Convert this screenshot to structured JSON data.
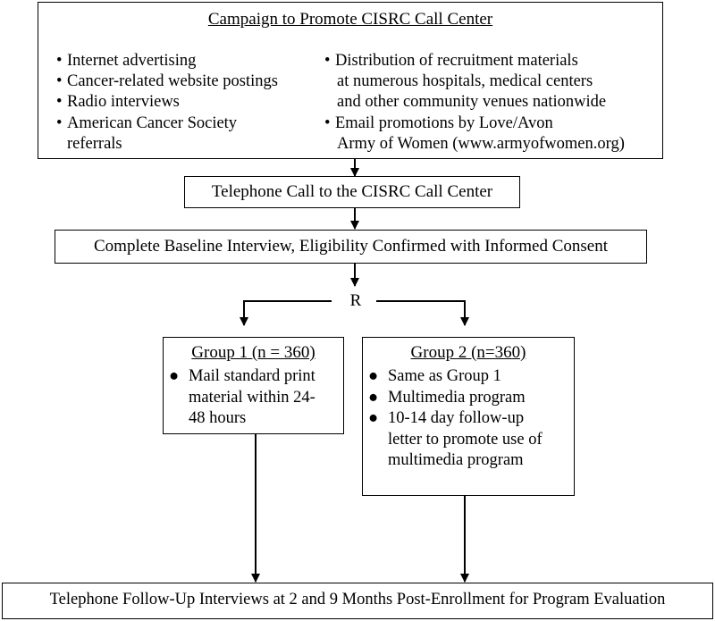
{
  "campaign": {
    "title": "Campaign to Promote CISRC Call Center",
    "left_items": [
      [
        "Internet advertising"
      ],
      [
        "Cancer-related website postings"
      ],
      [
        "Radio interviews"
      ],
      [
        "American Cancer Society",
        "referrals"
      ]
    ],
    "right_items": [
      [
        "Distribution of recruitment materials",
        "at numerous hospitals, medical centers",
        "and other community venues nationwide"
      ],
      [
        "Email promotions by Love/Avon",
        "Army of Women (www.armyofwomen.org)"
      ]
    ]
  },
  "call": {
    "label": "Telephone Call to the CISRC Call Center"
  },
  "baseline": {
    "label": "Complete Baseline Interview, Eligibility Confirmed with Informed Consent"
  },
  "randomize": {
    "label": "R"
  },
  "group1": {
    "title": "Group 1 (n = 360)",
    "items": [
      [
        "Mail standard print",
        "material within 24-",
        "48 hours"
      ]
    ]
  },
  "group2": {
    "title": "Group 2 (n=360)",
    "items": [
      [
        "Same as Group 1"
      ],
      [
        "Multimedia program"
      ],
      [
        "10-14 day follow-up",
        "letter to promote use of",
        "multimedia program"
      ]
    ]
  },
  "followup": {
    "label": "Telephone Follow-Up Interviews at 2 and 9 Months Post-Enrollment for Program Evaluation"
  },
  "bullet_glyph": "•",
  "dot_glyph": "●"
}
